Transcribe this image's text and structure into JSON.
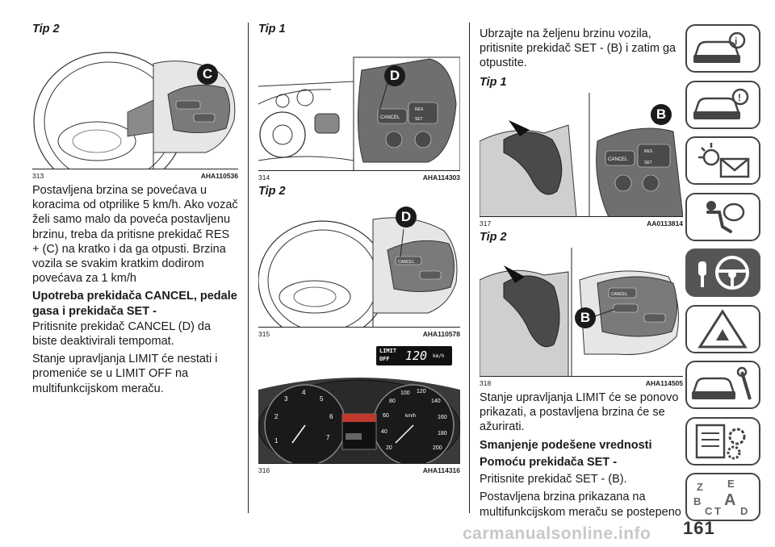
{
  "col1": {
    "tip": "Tip 2",
    "fig": {
      "number": "313",
      "code": "AHA110536",
      "callout": "C"
    },
    "para1": "Postavljena brzina se povećava u koracima od otprilike 5 km/h. Ako vozač želi samo malo da poveća postavljenu brzinu, treba da pritisne prekidač RES + (C) na kratko i da ga otpusti. Brzina vozila se svakim kratkim dodirom povećava za 1 km/h",
    "heading": "Upotreba prekidača CANCEL, pedale gasa i prekidača SET -",
    "para2": "Pritisnite prekidač CANCEL (D) da biste deaktivirali tempomat.",
    "para3": "Stanje upravljanja LIMIT će nestati i promeniće se u LIMIT OFF na multifunkcijskom meraču."
  },
  "col2": {
    "tip1": "Tip 1",
    "fig1": {
      "number": "314",
      "code": "AHA114303",
      "callout": "D",
      "btn_cancel": "CANCEL",
      "btn_res": "RES",
      "btn_set": "SET"
    },
    "tip2": "Tip 2",
    "fig2": {
      "number": "315",
      "code": "AHA110578",
      "callout": "D",
      "btn_cancel": "CANCEL"
    },
    "fig3": {
      "number": "316",
      "code": "AHA114316",
      "lcd_limit": "LIMIT",
      "lcd_off": "OFF",
      "lcd_speed": "120",
      "lcd_unit": "km/h",
      "kmh": "km/h"
    }
  },
  "col3": {
    "para1": "Ubrzajte na željenu brzinu vozila, pritisnite prekidač SET - (B) i zatim ga otpustite.",
    "tip1": "Tip 1",
    "fig1": {
      "number": "317",
      "code": "AA0113814",
      "callout": "B",
      "btn_cancel": "CANCEL",
      "btn_res": "RES",
      "btn_set": "SET"
    },
    "tip2": "Tip 2",
    "fig2": {
      "number": "318",
      "code": "AHA114505",
      "callout": "B",
      "btn_cancel": "CANCEL"
    },
    "para2": "Stanje upravljanja LIMIT će se ponovo prikazati, a postavljena brzina će se ažurirati.",
    "heading": "Smanjenje podešene vrednosti Pomoću prekidača SET -",
    "para3": "Pritisnite prekidač SET - (B).",
    "para4": "Postavljena brzina prikazana na multifunkcijskom meraču se postepeno"
  },
  "tabs": {
    "items": [
      {
        "icon": "car-info-icon"
      },
      {
        "icon": "car-warning-icon"
      },
      {
        "icon": "warning-lights-mail-icon"
      },
      {
        "icon": "airbag-passenger-icon"
      },
      {
        "icon": "key-steering-wheel-icon",
        "active": true
      },
      {
        "icon": "warning-triangle-icon"
      },
      {
        "icon": "car-service-wrench-icon"
      },
      {
        "icon": "spec-sheet-gear-icon"
      },
      {
        "icon": "alphabet-index-icon"
      }
    ],
    "index_letters": [
      "Z",
      "E",
      "A",
      "B",
      "C",
      "T",
      "D"
    ]
  },
  "page_number": "161",
  "watermark": "carmanualsonline.info",
  "colors": {
    "ink": "#1a1a1a",
    "active_tab": "#555555",
    "button_gray": "#6f6f6f"
  }
}
